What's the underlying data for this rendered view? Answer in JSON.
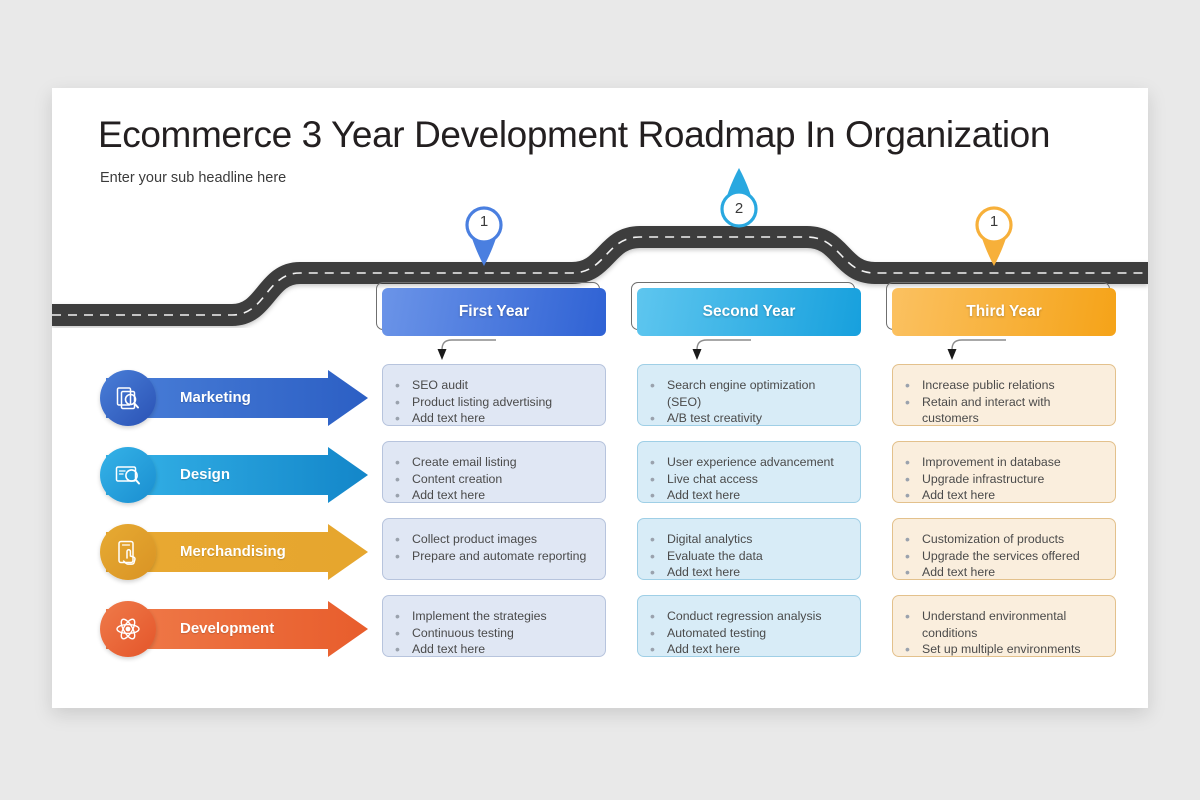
{
  "slide": {
    "title": "Ecommerce 3 Year Development Roadmap In Organization",
    "subtitle": "Enter your sub headline here"
  },
  "pins": [
    {
      "number": "1",
      "color": "#4a7fe0",
      "direction": "down"
    },
    {
      "number": "2",
      "color": "#29a8e0",
      "direction": "up"
    },
    {
      "number": "1",
      "color": "#f7b03a",
      "direction": "down"
    }
  ],
  "categories": [
    {
      "label": "Marketing",
      "icon": "document-search-icon",
      "color_from": "#4a7fd8",
      "color_to": "#2c5fc4",
      "icon_from": "#4a7fd8",
      "icon_to": "#2a52b5"
    },
    {
      "label": "Design",
      "icon": "design-tool-icon",
      "color_from": "#35b3e8",
      "color_to": "#1386c9",
      "icon_from": "#35b3e8",
      "icon_to": "#1a8ed0"
    },
    {
      "label": "Merchandising",
      "icon": "hand-tap-icon",
      "color_from": "#e8a832",
      "color_to": "#e6a62e",
      "icon_from": "#e7ab33",
      "icon_to": "#d99324"
    },
    {
      "label": "Development",
      "icon": "atom-icon",
      "color_from": "#ef7b4a",
      "color_to": "#e85d2c",
      "icon_from": "#ef7b4a",
      "icon_to": "#e4552a"
    }
  ],
  "columns": [
    {
      "title": "First Year",
      "header_from": "#6b94e8",
      "header_to": "#2f62d4",
      "card_bg": "#e0e7f4",
      "card_border": "#b7c4dd",
      "bullet_color": "#98a6bd",
      "cards": [
        {
          "bullets": [
            "SEO audit",
            "Product listing advertising",
            "Add text here"
          ]
        },
        {
          "bullets": [
            "Create email listing",
            "Content creation",
            "Add text here"
          ]
        },
        {
          "bullets": [
            "Collect product images",
            "Prepare and automate reporting"
          ]
        },
        {
          "bullets": [
            "Implement the strategies",
            "Continuous testing",
            "Add text here"
          ]
        }
      ]
    },
    {
      "title": "Second Year",
      "header_from": "#5ec6ef",
      "header_to": "#17a0dd",
      "card_bg": "#d8ecf7",
      "card_border": "#9fcfe6",
      "bullet_color": "#8fb9cd",
      "cards": [
        {
          "bullets": [
            "Search engine optimization (SEO)",
            "A/B test creativity"
          ]
        },
        {
          "bullets": [
            "User experience advancement",
            "Live chat access",
            "Add text here"
          ]
        },
        {
          "bullets": [
            "Digital analytics",
            "Evaluate the data",
            "Add text here"
          ]
        },
        {
          "bullets": [
            "Conduct regression analysis",
            "Automated testing",
            "Add text here"
          ]
        }
      ]
    },
    {
      "title": "Third Year",
      "header_from": "#fbc161",
      "header_to": "#f5a318",
      "card_bg": "#faeedd",
      "card_border": "#e3c18c",
      "bullet_color": "#c9a469",
      "cards": [
        {
          "bullets": [
            "Increase public relations",
            "Retain and interact with customers"
          ]
        },
        {
          "bullets": [
            "Improvement in database",
            "Upgrade infrastructure",
            "Add text here"
          ]
        },
        {
          "bullets": [
            "Customization of products",
            "Upgrade the services offered",
            "Add text here"
          ]
        },
        {
          "bullets": [
            "Understand environmental conditions",
            "Set up multiple environments"
          ]
        }
      ]
    }
  ],
  "road": {
    "color": "#3d3d3d",
    "centerline_color": "#f2f2f2"
  }
}
